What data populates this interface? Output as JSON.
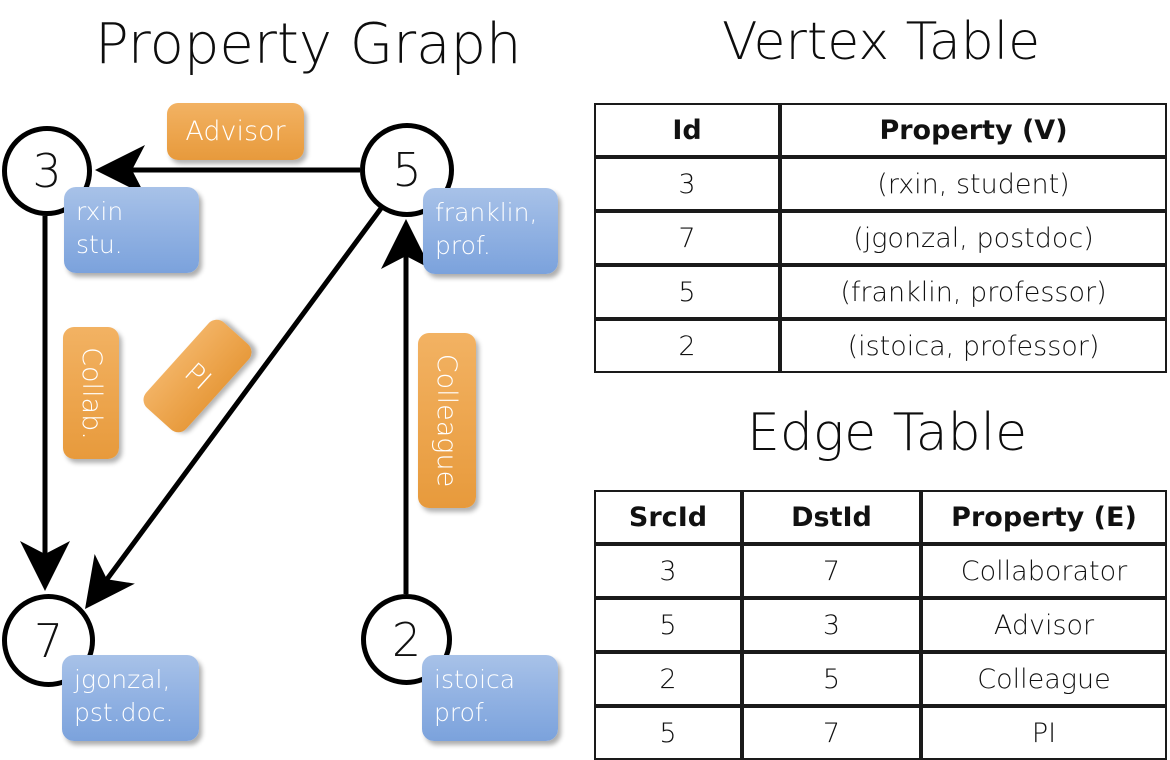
{
  "graph": {
    "title": "Property Graph",
    "nodes": [
      {
        "id": "3",
        "property_lines": [
          "rxin",
          "stu."
        ]
      },
      {
        "id": "5",
        "property_lines": [
          "franklin,",
          "prof."
        ]
      },
      {
        "id": "7",
        "property_lines": [
          "jgonzal,",
          "pst.doc."
        ]
      },
      {
        "id": "2",
        "property_lines": [
          "istoica",
          "prof."
        ]
      }
    ],
    "edge_labels": [
      {
        "name": "advisor-label",
        "text": "Advisor"
      },
      {
        "name": "collab-label",
        "text": "Collab."
      },
      {
        "name": "pi-label",
        "text": "PI"
      },
      {
        "name": "colleague-label",
        "text": "Colleague"
      }
    ]
  },
  "vertex_table": {
    "title": "Vertex Table",
    "headers": [
      "Id",
      "Property (V)"
    ],
    "rows": [
      [
        "3",
        "(rxin, student)"
      ],
      [
        "7",
        "(jgonzal, postdoc)"
      ],
      [
        "5",
        "(franklin, professor)"
      ],
      [
        "2",
        "(istoica, professor)"
      ]
    ]
  },
  "edge_table": {
    "title": "Edge Table",
    "headers": [
      "SrcId",
      "DstId",
      "Property (E)"
    ],
    "rows": [
      [
        "3",
        "7",
        "Collaborator"
      ],
      [
        "5",
        "3",
        "Advisor"
      ],
      [
        "2",
        "5",
        "Colleague"
      ],
      [
        "5",
        "7",
        "PI"
      ]
    ]
  },
  "colors": {
    "vertex_property_fill": "#ccd9ef",
    "edge_property_fill": "#f7dfc4",
    "node_box_blue": "#7ba2dc",
    "edge_label_orange": "#eda64f",
    "stroke": "#000000"
  }
}
